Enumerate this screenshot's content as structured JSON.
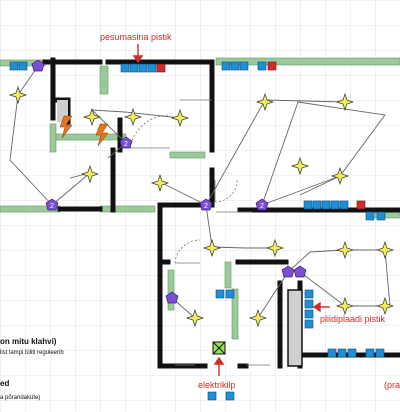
{
  "labels": {
    "washing_machine_socket": "pesumasina pistik",
    "tile_socket": "pliidiplaadi pistik",
    "electrical_panel": "elektrikilp",
    "right_cut": "(pra"
  },
  "legend": {
    "line1": "on mitu klahvi)",
    "line2": "list lampi lüliti reguleerib",
    "line3": "ed",
    "line4": "a põrandaküte)"
  },
  "switch_digit": "2",
  "colors": {
    "wall": "#111111",
    "window": "#9cc89c",
    "socket": "#1f8fd6",
    "light": "#f2ee5a",
    "switch": "#7a4fd0",
    "red_mark": "#d42a2a",
    "panel": "#9be04e"
  }
}
